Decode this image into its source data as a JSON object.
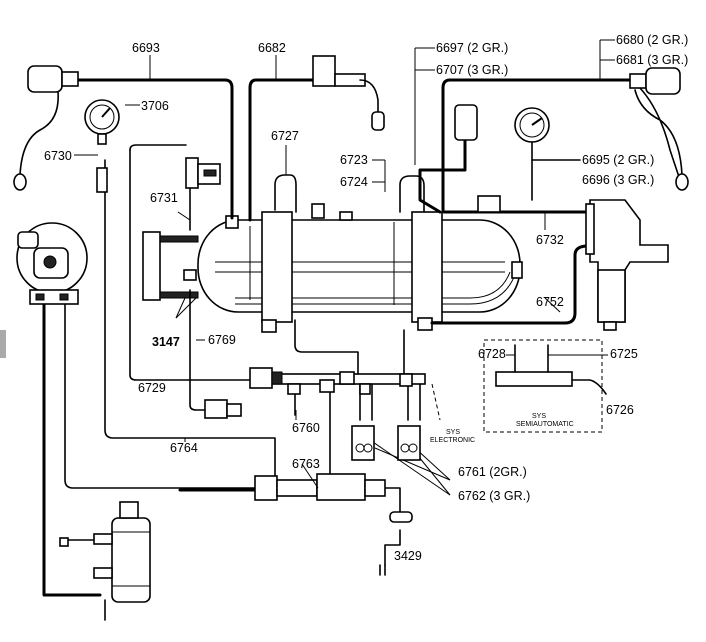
{
  "labels": {
    "l6693": "6693",
    "l6682": "6682",
    "l6697": "6697 (2 GR.)",
    "l6707": "6707 (3 GR.)",
    "l6680": "6680 (2 GR.)",
    "l6681": "6681 (3 GR.)",
    "l3706": "3706",
    "l6730": "6730",
    "l6727": "6727",
    "l6723": "6723",
    "l6724": "6724",
    "l6695": "6695 (2 GR.)",
    "l6696": "6696 (3 GR.)",
    "l6731": "6731",
    "l6732": "6732",
    "l6752": "6752",
    "l3147": "3147",
    "l6769": "6769",
    "l6728": "6728",
    "l6725": "6725",
    "l6729": "6729",
    "l6726": "6726",
    "l6760": "6760",
    "l6764": "6764",
    "l6763": "6763",
    "l6761": "6761 (2GR.)",
    "l6762": "6762 (3 GR.)",
    "l3429": "3429",
    "sys_electronic_1": "SYS",
    "sys_electronic_2": "ELECTRONIC",
    "sys_semi_1": "SYS",
    "sys_semi_2": "SEMIAUTOMATIC"
  }
}
